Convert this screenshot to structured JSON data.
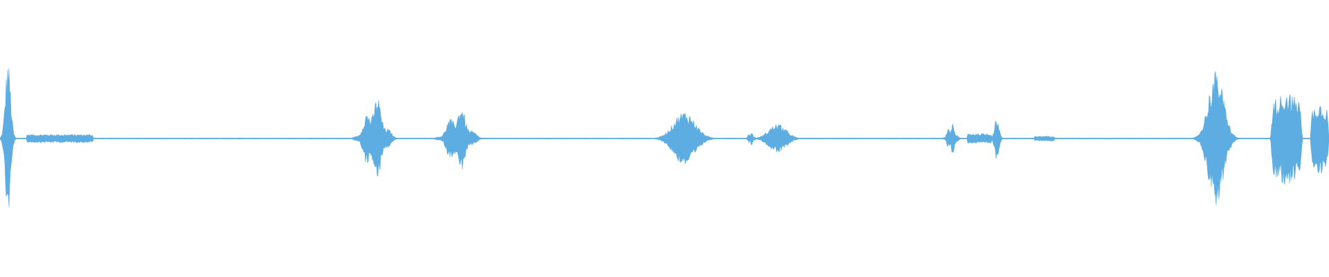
{
  "waveform": {
    "color": "#5dade2",
    "background": "#ffffff",
    "bursts": [
      {
        "center": 0.006,
        "width": 0.012,
        "amp": 0.95,
        "shape": "spike"
      },
      {
        "center": 0.045,
        "width": 0.05,
        "amp": 0.05,
        "shape": "flat"
      },
      {
        "center": 0.282,
        "width": 0.028,
        "amp": 0.55,
        "shape": "burst"
      },
      {
        "center": 0.345,
        "width": 0.03,
        "amp": 0.42,
        "shape": "burst"
      },
      {
        "center": 0.515,
        "width": 0.05,
        "amp": 0.33,
        "shape": "spike"
      },
      {
        "center": 0.565,
        "width": 0.008,
        "amp": 0.09,
        "shape": "burst"
      },
      {
        "center": 0.585,
        "width": 0.04,
        "amp": 0.18,
        "shape": "spike"
      },
      {
        "center": 0.716,
        "width": 0.012,
        "amp": 0.2,
        "shape": "burst"
      },
      {
        "center": 0.737,
        "width": 0.018,
        "amp": 0.06,
        "shape": "flat"
      },
      {
        "center": 0.75,
        "width": 0.01,
        "amp": 0.26,
        "shape": "spike"
      },
      {
        "center": 0.786,
        "width": 0.015,
        "amp": 0.03,
        "shape": "flat"
      },
      {
        "center": 0.915,
        "width": 0.035,
        "amp": 0.82,
        "shape": "spike"
      },
      {
        "center": 0.968,
        "width": 0.024,
        "amp": 0.58,
        "shape": "block"
      },
      {
        "center": 0.993,
        "width": 0.014,
        "amp": 0.45,
        "shape": "block"
      }
    ],
    "noise_floor": 0.006
  }
}
